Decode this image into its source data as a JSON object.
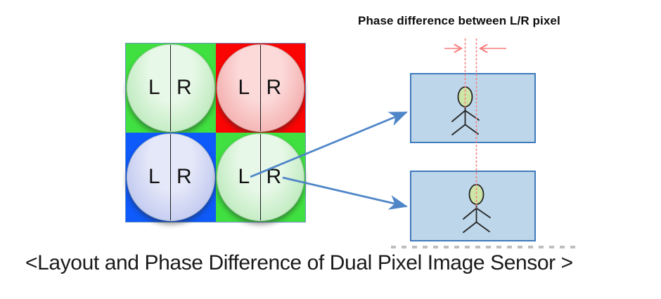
{
  "caption": "<Layout and Phase Difference of Dual Pixel Image Sensor >",
  "phase_diagram": {
    "title": "Phase difference between L/R pixel"
  },
  "sensor_grid": {
    "cells": [
      {
        "id": "green-top-left",
        "square_color": "#3fe03f",
        "lens_center": "#e8f8e8",
        "lens_edge": "#b9e9b9",
        "left_label": "L",
        "right_label": "R"
      },
      {
        "id": "red-top-right",
        "square_color": "#fb0404",
        "lens_center": "#fcdada",
        "lens_edge": "#f3a9a9",
        "left_label": "L",
        "right_label": "R"
      },
      {
        "id": "blue-bottom-left",
        "square_color": "#0e5afa",
        "lens_center": "#e5e8f9",
        "lens_edge": "#bcc5ee",
        "left_label": "L",
        "right_label": "R"
      },
      {
        "id": "green-bottom-right",
        "square_color": "#3fe03f",
        "lens_center": "#e8f8e8",
        "lens_edge": "#b9e9b9",
        "left_label": "L",
        "right_label": "R"
      }
    ]
  },
  "colors": {
    "grid_border": "#6d93c6",
    "rect_fill": "#bed6ea",
    "rect_border": "#3e7abc",
    "blue_arrow": "#4f86c8",
    "red_accent": "#f97c7c",
    "figure_head_fill": "#cde5a7",
    "figure_line": "#242424"
  }
}
